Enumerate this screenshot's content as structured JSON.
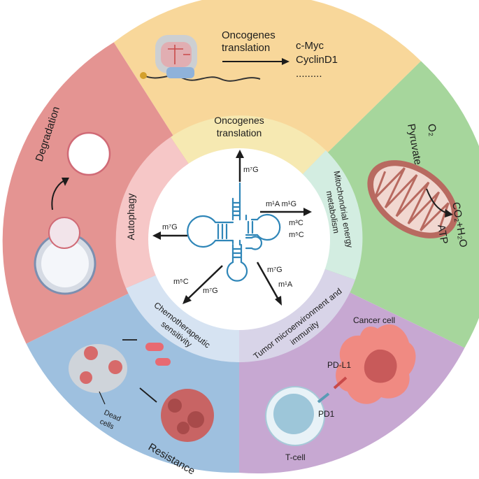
{
  "outer_ring": {
    "top_title_line1": "Oncogenes",
    "top_title_line2": "translation",
    "targets": [
      "c-Myc",
      "CyclinD1",
      "........."
    ],
    "left_title": "Degradation",
    "right_labels": {
      "o2": "O₂",
      "pyruvate": "Pyruvate",
      "co2": "CO₂+H₂O",
      "atp": "ATP"
    },
    "bottom_right_labels": {
      "cancer_cell": "Cancer cell",
      "pdl1": "PD-L1",
      "pd1": "PD1",
      "tcell": "T-cell"
    },
    "bottom_left_labels": {
      "dead_line1": "Dead",
      "dead_line2": "cells",
      "resistance": "Resistance"
    }
  },
  "middle_ring": {
    "top_line1": "Oncogenes",
    "top_line2": "translation",
    "left": "Autophagy",
    "right_line1": "Mitochondrial energy",
    "right_line2": "metabolism",
    "bl_line1": "Chemotherapeutic",
    "bl_line2": "sensitivity",
    "br_line1": "Tumor microenvironment and",
    "br_line2": "immunity"
  },
  "center": {
    "up": "m⁷G",
    "left": "m⁷G",
    "right_line1": "m¹A m¹G",
    "right_line2": "m³C",
    "right_line3": "m⁵C",
    "bl_a": "m⁵C",
    "bl_b": "m⁷G",
    "br_a": "m⁷G",
    "br_b": "m¹A"
  },
  "colors": {
    "top_outer": "#f8d79a",
    "right_outer": "#a6d69c",
    "bottom_right_outer": "#c7a8d2",
    "bottom_left_outer": "#9ec0df",
    "left_outer": "#e49492",
    "top_mid": "#f6e9b2",
    "right_mid": "#d3ede1",
    "bottom_right_mid": "#d8d4e8",
    "bottom_left_mid": "#d6e3f2",
    "left_mid": "#f6c7c7",
    "rna": "#2f86b8"
  }
}
